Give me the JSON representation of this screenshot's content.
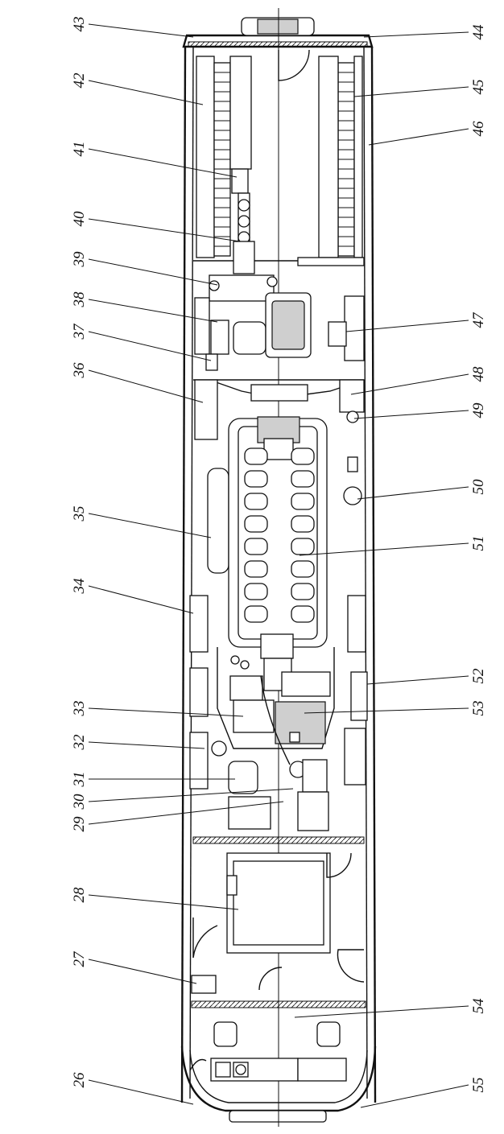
{
  "callouts_left": [
    "43",
    "42",
    "41",
    "40",
    "39",
    "38",
    "37",
    "36",
    "35",
    "34",
    "33",
    "32",
    "31",
    "30",
    "29",
    "28",
    "27",
    "26"
  ],
  "callouts_right": [
    "44",
    "45",
    "46",
    "47",
    "48",
    "49",
    "50",
    "51",
    "52",
    "53",
    "54",
    "55"
  ]
}
